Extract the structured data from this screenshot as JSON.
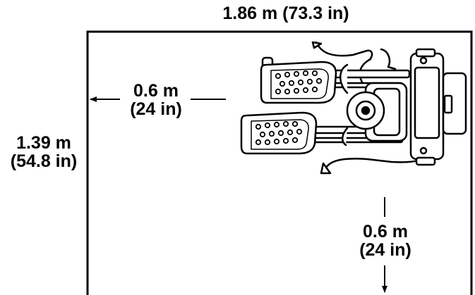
{
  "dimensions": {
    "width": "1.86 m (73.3 in)",
    "height_value": "1.39 m",
    "height_imperial": "(54.8 in)",
    "left_clearance_value": "0.6 m",
    "left_clearance_imperial": "(24 in)",
    "rear_clearance_value": "0.6 m",
    "rear_clearance_imperial": "(24 in)"
  },
  "equipment": {
    "icon": "elliptical-trainer-top-view-icon"
  },
  "colors": {
    "line": "#000000",
    "background": "#ffffff",
    "machine_fill": "#ffffff"
  }
}
